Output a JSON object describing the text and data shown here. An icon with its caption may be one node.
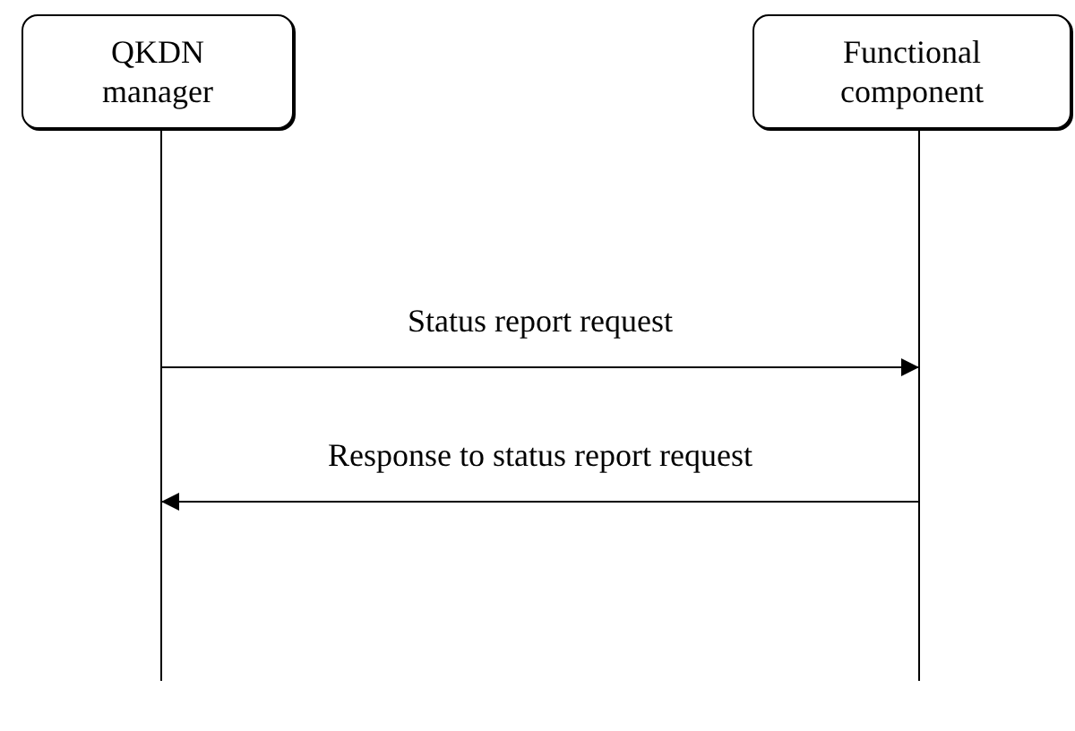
{
  "diagram": {
    "nodes": [
      {
        "text": [
          "QKDN manager"
        ]
      },
      {
        "text": [
          "Functional component"
        ]
      }
    ],
    "edges": [
      {
        "from": 0,
        "to": 1,
        "arrow": "to",
        "label": "Status report request"
      },
      {
        "from": 1,
        "to": 0,
        "arrow": "to",
        "label": "Response to status report request"
      }
    ]
  }
}
